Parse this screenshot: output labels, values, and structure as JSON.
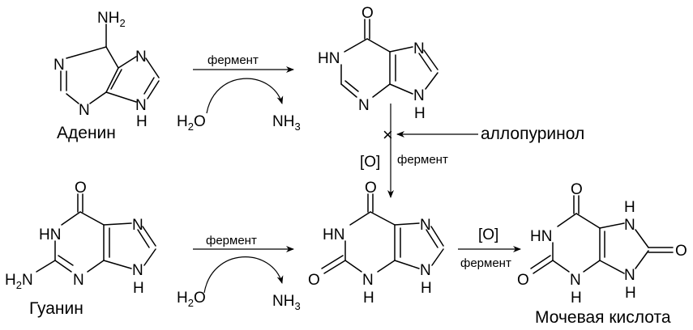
{
  "molecules": {
    "adenine": {
      "name": "Аденин",
      "atoms": {
        "nh2": "NH",
        "nh2_sub": "2",
        "n1": "N",
        "n3": "N",
        "n7": "N",
        "n9": "N",
        "n9h": "H"
      }
    },
    "hypoxanthine": {
      "atoms": {
        "o6": "O",
        "n1": "HN",
        "n3": "N",
        "n7": "N",
        "n9": "N",
        "n9h": "H"
      }
    },
    "guanine": {
      "name": "Гуанин",
      "atoms": {
        "o6": "O",
        "n1": "N",
        "n1h": "H",
        "n2": "N",
        "h2n": "H",
        "h2n_sub": "2",
        "n3": "N",
        "n7": "N",
        "n9": "N",
        "n9h": "H"
      }
    },
    "xanthine": {
      "atoms": {
        "o6": "O",
        "n1": "HN",
        "o2": "O",
        "n3": "N",
        "n3h": "H",
        "n7": "N",
        "n9": "N",
        "n9h": "H"
      }
    },
    "uric_acid": {
      "name": "Мочевая кислота",
      "atoms": {
        "o6": "O",
        "n1": "HN",
        "o2": "O",
        "n3": "N",
        "n3h": "H",
        "n7": "N",
        "n7h": "H",
        "o8": "O",
        "n9": "N",
        "n9h": "H"
      }
    }
  },
  "reactions": {
    "deamination_adenine": {
      "enzyme": "фермент",
      "water": "H",
      "water_sub": "2",
      "water_o": "O",
      "ammonia": "NH",
      "ammonia_sub": "3"
    },
    "oxidation_hypoxanthine": {
      "oxidant": "[O]",
      "enzyme": "фермент",
      "inhibitor": "аллопуринол",
      "block_mark": "×"
    },
    "deamination_guanine": {
      "enzyme": "фермент",
      "water": "H",
      "water_sub": "2",
      "water_o": "O",
      "ammonia": "NH",
      "ammonia_sub": "3"
    },
    "oxidation_xanthine": {
      "oxidant": "[O]",
      "enzyme": "фермент"
    }
  }
}
